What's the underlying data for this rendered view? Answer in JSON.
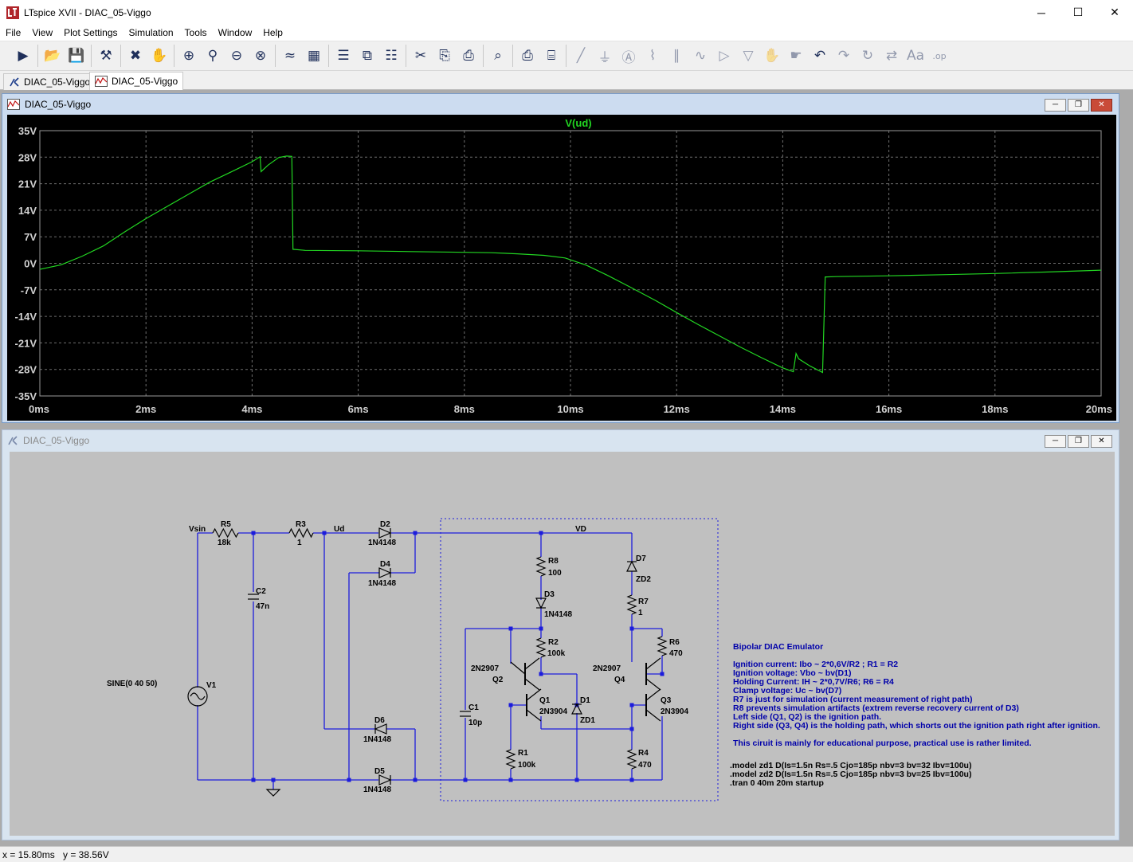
{
  "window": {
    "title": "LTspice XVII - DIAC_05-Viggo"
  },
  "menu": [
    "File",
    "View",
    "Plot Settings",
    "Simulation",
    "Tools",
    "Window",
    "Help"
  ],
  "toolbar_icons": [
    "run-icon",
    "open-icon",
    "save-icon",
    "control-panel-icon",
    "halt-icon",
    "pan-hand-icon",
    "zoom-in-icon",
    "zoom-area-icon",
    "zoom-out-icon",
    "zoom-fit-icon",
    "autorange-icon",
    "add-plot-pane-icon",
    "tile-horizontal-icon",
    "cascade-icon",
    "tile-vertical-icon",
    "cut-icon",
    "copy-icon",
    "paste-icon",
    "find-icon",
    "print-icon",
    "print-setup-icon",
    "wire-icon",
    "ground-icon",
    "label-icon",
    "resistor-icon",
    "capacitor-icon",
    "inductor-icon",
    "diode-icon",
    "component-icon",
    "move-icon",
    "drag-icon",
    "undo-icon",
    "redo-icon",
    "rotate-icon",
    "mirror-icon",
    "text-icon",
    "spice-directive-icon"
  ],
  "tabs": [
    {
      "label": "DIAC_05-Viggo"
    },
    {
      "label": "DIAC_05-Viggo"
    }
  ],
  "waveform_window": {
    "title": "DIAC_05-Viggo"
  },
  "schematic_window": {
    "title": "DIAC_05-Viggo"
  },
  "chart_data": {
    "type": "line",
    "title": "V(ud)",
    "xlabel": "",
    "ylabel": "",
    "xlim": [
      0,
      20
    ],
    "ylim": [
      -35,
      35
    ],
    "x_tick_labels": [
      "0ms",
      "2ms",
      "4ms",
      "6ms",
      "8ms",
      "10ms",
      "12ms",
      "14ms",
      "16ms",
      "18ms",
      "20ms"
    ],
    "y_tick_labels": [
      "35V",
      "28V",
      "21V",
      "14V",
      "7V",
      "0V",
      "-7V",
      "-14V",
      "-21V",
      "-28V",
      "-35V"
    ],
    "x_ticks": [
      0,
      2,
      4,
      6,
      8,
      10,
      12,
      14,
      16,
      18,
      20
    ],
    "y_ticks": [
      35,
      28,
      21,
      14,
      7,
      0,
      -7,
      -14,
      -21,
      -28,
      -35
    ],
    "grid": true,
    "series": [
      {
        "name": "V(ud)",
        "color": "#22d622",
        "x": [
          0,
          0.4,
          0.8,
          1.2,
          1.6,
          2.0,
          2.4,
          2.8,
          3.2,
          3.6,
          4.0,
          4.15,
          4.17,
          4.3,
          4.5,
          4.65,
          4.75,
          4.77,
          5,
          6,
          7,
          8,
          8.5,
          9,
          9.5,
          9.9,
          10.3,
          10.7,
          11.1,
          11.6,
          12,
          12.4,
          12.8,
          13.2,
          13.6,
          14.0,
          14.2,
          14.25,
          14.3,
          14.5,
          14.75,
          14.8,
          14.82,
          15,
          16,
          17,
          18,
          19,
          20
        ],
        "y": [
          -1.6,
          -0.4,
          1.9,
          4.6,
          8.3,
          11.8,
          15.0,
          18.2,
          21.4,
          24.1,
          26.8,
          28.1,
          24.2,
          25.9,
          27.9,
          28.3,
          28.2,
          3.7,
          3.4,
          3.3,
          3.1,
          2.9,
          2.8,
          2.5,
          2.1,
          1.4,
          -0.5,
          -3.2,
          -6.1,
          -9.8,
          -13,
          -16.1,
          -19.1,
          -22.1,
          -24.9,
          -27.6,
          -28.6,
          -23.8,
          -25.2,
          -27,
          -28.8,
          -3.6,
          -3.6,
          -3.5,
          -3.3,
          -3.0,
          -2.7,
          -2.3,
          -1.8
        ]
      }
    ]
  },
  "schematic": {
    "nets": {
      "vsin": "Vsin",
      "ud": "Ud",
      "vd": "VD"
    },
    "components": [
      {
        "ref": "R5",
        "value": "18k"
      },
      {
        "ref": "R3",
        "value": "1"
      },
      {
        "ref": "D2",
        "value": "1N4148"
      },
      {
        "ref": "D4",
        "value": "1N4148"
      },
      {
        "ref": "C2",
        "value": "47n"
      },
      {
        "ref": "V1",
        "value": "SINE(0 40 50)"
      },
      {
        "ref": "D6",
        "value": "1N4148"
      },
      {
        "ref": "D5",
        "value": "1N4148"
      },
      {
        "ref": "R8",
        "value": "100"
      },
      {
        "ref": "D3",
        "value": "1N4148"
      },
      {
        "ref": "R2",
        "value": "100k"
      },
      {
        "ref": "Q2",
        "value": "2N2907"
      },
      {
        "ref": "Q1",
        "value": "2N3904"
      },
      {
        "ref": "D1",
        "value": "ZD1"
      },
      {
        "ref": "C1",
        "value": "10p"
      },
      {
        "ref": "R1",
        "value": "100k"
      },
      {
        "ref": "D7",
        "value": "ZD2"
      },
      {
        "ref": "R7",
        "value": "1"
      },
      {
        "ref": "R6",
        "value": "470"
      },
      {
        "ref": "Q4",
        "value": "2N2907"
      },
      {
        "ref": "Q3",
        "value": "2N3904"
      },
      {
        "ref": "R4",
        "value": "470"
      }
    ],
    "notes": [
      "Bipolar DIAC Emulator",
      "",
      "Ignition current: Ibo ~ 2*0,6V/R2  ; R1 = R2",
      "Ignition voltage: Vbo ~ bv(D1)",
      "Holding Current: IH ~ 2*0,7V/R6; R6 = R4",
      "Clamp voltage: Uc ~ bv(D7)",
      "R7 is just for simulation (current measurement of right path)",
      "R8 prevents simulation artifacts (extrem reverse recovery current of D3)",
      "Left side (Q1, Q2) is the ignition path.",
      "Right side (Q3, Q4) is the holding path, which shorts out the ignition path right after ignition.",
      "",
      "This ciruit is mainly for educational purpose, practical use is rather limited."
    ],
    "directives": [
      ".model zd1 D(Is=1.5n Rs=.5 Cjo=185p nbv=3 bv=32 Ibv=100u)",
      ".model zd2 D(Is=1.5n Rs=.5 Cjo=185p nbv=3 bv=25 Ibv=100u)",
      ".tran 0 40m 20m startup"
    ]
  },
  "status": {
    "x": "x = 15.80ms",
    "y": "y = 38.56V"
  }
}
